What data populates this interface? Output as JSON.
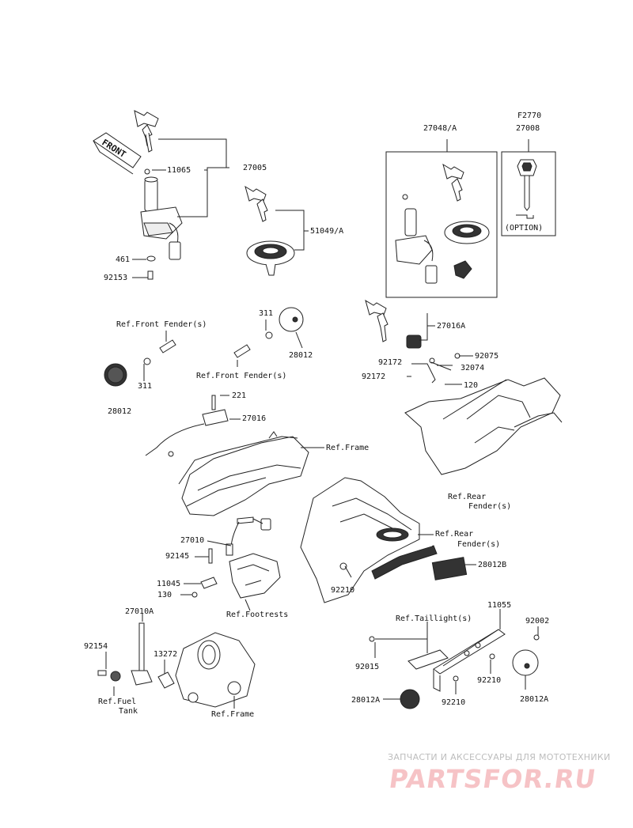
{
  "labels": {
    "l27005": "27005",
    "l11065a": "11065",
    "l51049": "51049/A",
    "l461": "461",
    "l92153": "92153",
    "l27048": "27048/A",
    "lF2770": "F2770",
    "l27008": "27008",
    "lOption": "(OPTION)",
    "lRefFrontFender1": "Ref.Front Fender(s)",
    "l311a": "311",
    "l311b": "311",
    "l28012a": "28012",
    "l28012b": "28012",
    "lRefFrontFender2": "Ref.Front Fender(s)",
    "l27016A": "27016A",
    "l92075": "92075",
    "l92172a": "92172",
    "l32074": "32074",
    "l92172b": "92172",
    "l120": "120",
    "l221": "221",
    "l27016": "27016",
    "lRefFrame1": "Ref.Frame",
    "lRefRearFender1a": "Ref.Rear",
    "lRefRearFender1b": "Fender(s)",
    "l27010": "27010",
    "l92145": "92145",
    "l11045": "11045",
    "l130": "130",
    "lRefFootrests": "Ref.Footrests",
    "lRefRearFender2a": "Ref.Rear",
    "lRefRearFender2b": "Fender(s)",
    "l28012B": "28012B",
    "l92210a": "92210",
    "l27010A": "27010A",
    "l92154": "92154",
    "l13272": "13272",
    "lRefFuel1": "Ref.Fuel",
    "lRefFuel2": "Tank",
    "lRefFrame2": "Ref.Frame",
    "l11055": "11055",
    "lRefTaillight": "Ref.Taillight(s)",
    "l92002": "92002",
    "l92015": "92015",
    "l92210b": "92210",
    "l92210c": "92210",
    "l28012A1": "28012A",
    "l28012A2": "28012A",
    "front": "FRONT"
  },
  "watermark": {
    "line1": "ЗАПЧАСТИ И АКСЕССУАРЫ ДЛЯ МОТОТЕХНИКИ",
    "line2": "PARTSFOR.RU"
  }
}
